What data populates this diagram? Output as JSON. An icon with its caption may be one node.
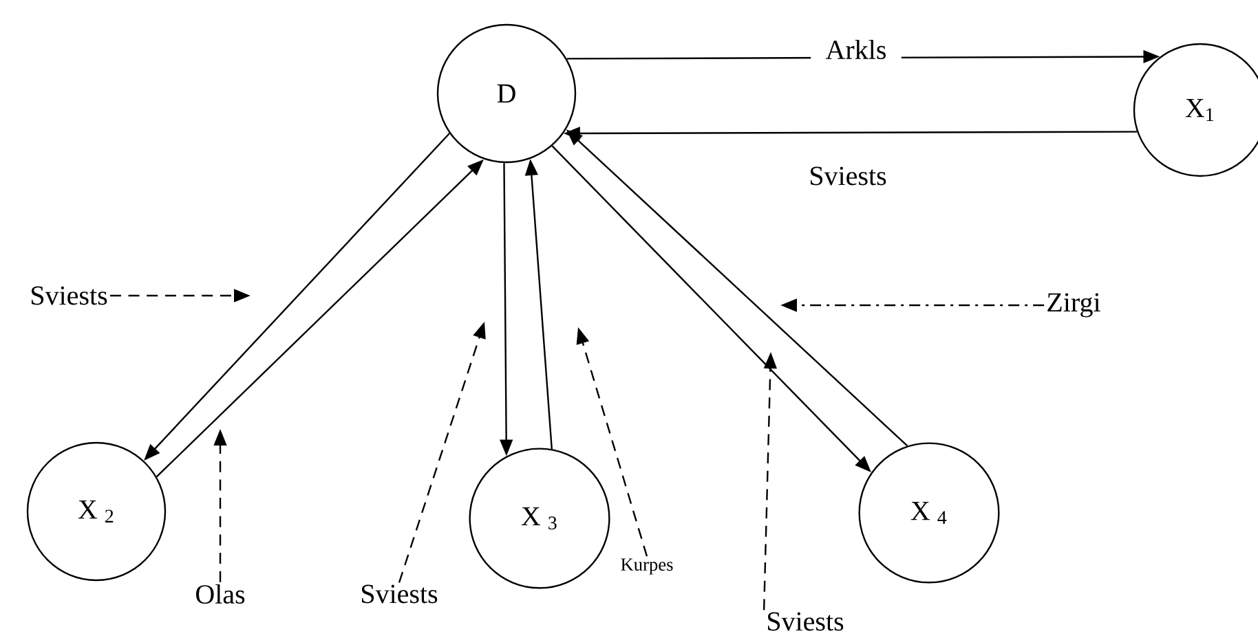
{
  "diagram": {
    "nodes": [
      {
        "text": [
          "D"
        ]
      },
      {
        "text": [
          "X$_{1}$"
        ]
      },
      {
        "text": [
          "Sviests"
        ]
      },
      {
        "text": [
          "Zirgi"
        ]
      },
      {
        "text": [
          "X $_{2}$"
        ]
      },
      {
        "text": [
          "X  $_{3}$"
        ]
      },
      {
        "text": [
          "X $_{4}$"
        ]
      },
      {
        "text": [
          "Olas"
        ]
      },
      {
        "text": [
          "Sviests"
        ]
      },
      {
        "text": [
          "Kurpes"
        ]
      },
      {
        "text": [
          "Sviests"
        ]
      }
    ],
    "edges": [
      {
        "from": 0,
        "to": 1,
        "arrow": "to",
        "label": "Arkls"
      },
      {
        "from": 1,
        "to": 0,
        "arrow": "to",
        "label": "Sviests"
      },
      {
        "from": 0,
        "to": 4,
        "arrow": "to"
      },
      {
        "from": 4,
        "to": 0,
        "arrow": "to"
      },
      {
        "from": 0,
        "to": 5,
        "arrow": "to"
      },
      {
        "from": 5,
        "to": 0,
        "arrow": "to"
      },
      {
        "from": 0,
        "to": 6,
        "arrow": "to"
      },
      {
        "from": 6,
        "to": 0,
        "arrow": "to"
      },
      {
        "from": 2,
        "to": null,
        "arrow": "to",
        "style": "dashed"
      },
      {
        "from": 3,
        "to": null,
        "arrow": "to",
        "style": "dashed"
      },
      {
        "from": 7,
        "to": null,
        "arrow": "to",
        "style": "dashed"
      },
      {
        "from": 8,
        "to": null,
        "arrow": "to",
        "style": "dashed"
      },
      {
        "from": 9,
        "to": null,
        "arrow": "to",
        "style": "dashed"
      },
      {
        "from": 10,
        "to": null,
        "arrow": "to",
        "style": "dashed"
      }
    ]
  }
}
